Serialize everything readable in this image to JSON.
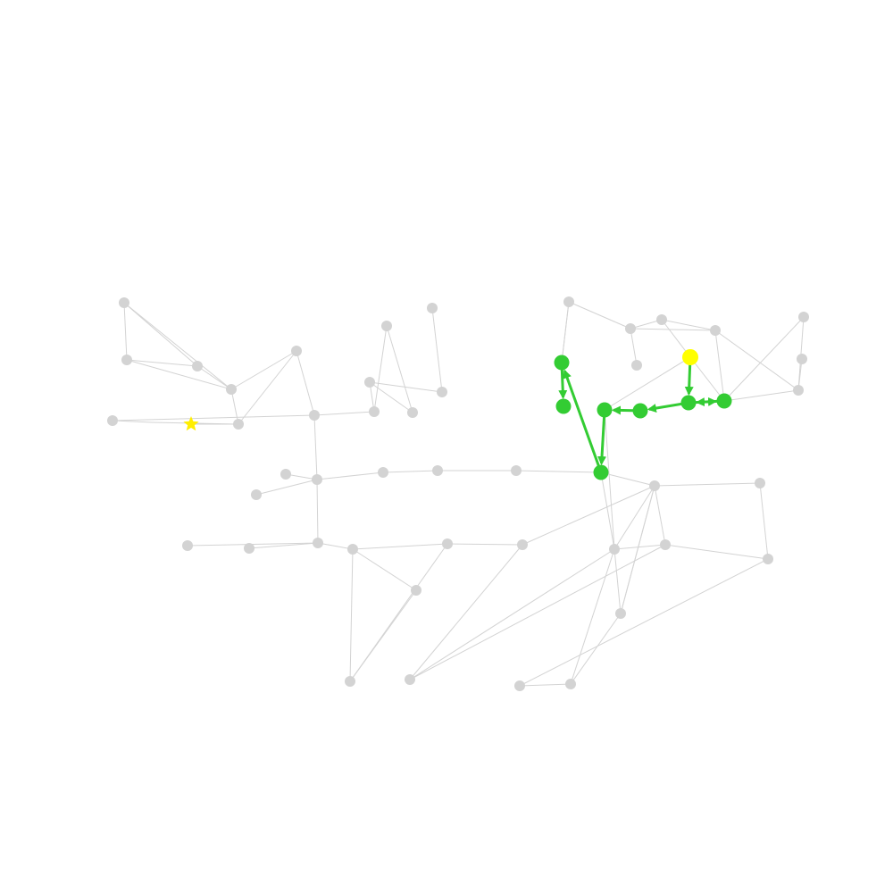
{
  "colors": {
    "background": "#ffffff",
    "edge": "#d3d3d3",
    "node": "#d3d3d3",
    "path": "#33cc33",
    "start": "#ffff00",
    "goal": "#ffee00"
  },
  "graph": {
    "nodes": [
      {
        "id": "n1"
      },
      {
        "id": "n2"
      },
      {
        "id": "n3"
      },
      {
        "id": "n4"
      },
      {
        "id": "n5"
      },
      {
        "id": "n6"
      },
      {
        "id": "n7"
      },
      {
        "id": "n8"
      },
      {
        "id": "n9"
      },
      {
        "id": "n10"
      },
      {
        "id": "n11"
      },
      {
        "id": "n12"
      },
      {
        "id": "n13"
      },
      {
        "id": "n14"
      },
      {
        "id": "n15"
      },
      {
        "id": "n16"
      },
      {
        "id": "n17"
      },
      {
        "id": "n18"
      },
      {
        "id": "n19"
      },
      {
        "id": "n20"
      },
      {
        "id": "n21"
      },
      {
        "id": "n22"
      },
      {
        "id": "n23"
      },
      {
        "id": "n24"
      },
      {
        "id": "n25"
      },
      {
        "id": "n26"
      },
      {
        "id": "n27"
      },
      {
        "id": "n28"
      },
      {
        "id": "n29"
      },
      {
        "id": "n30"
      },
      {
        "id": "n31"
      },
      {
        "id": "n32"
      },
      {
        "id": "n33"
      },
      {
        "id": "n34"
      },
      {
        "id": "n35"
      },
      {
        "id": "n36"
      },
      {
        "id": "n37"
      },
      {
        "id": "n38"
      },
      {
        "id": "n39"
      },
      {
        "id": "n40"
      },
      {
        "id": "n41"
      },
      {
        "id": "n42"
      },
      {
        "id": "n43"
      },
      {
        "id": "n44"
      },
      {
        "id": "n45"
      },
      {
        "id": "n46"
      },
      {
        "id": "n47"
      },
      {
        "id": "n48"
      },
      {
        "id": "n49"
      },
      {
        "id": "n50"
      },
      {
        "id": "n51"
      },
      {
        "id": "n52"
      },
      {
        "id": "n53"
      },
      {
        "id": "n54"
      },
      {
        "id": "n55"
      }
    ],
    "edges": [
      [
        "n1",
        "n2"
      ],
      [
        "n1",
        "n3"
      ],
      [
        "n2",
        "n3"
      ],
      [
        "n2",
        "n6"
      ],
      [
        "n3",
        "n6"
      ],
      [
        "n1",
        "n6"
      ],
      [
        "n6",
        "n7"
      ],
      [
        "n6",
        "n8"
      ],
      [
        "n5",
        "n7"
      ],
      [
        "n7",
        "n8"
      ],
      [
        "n8",
        "n9"
      ],
      [
        "n7",
        "n10"
      ],
      [
        "n10",
        "n4"
      ],
      [
        "n4",
        "n9"
      ],
      [
        "n9",
        "n11"
      ],
      [
        "n11",
        "n12"
      ],
      [
        "n13",
        "n11"
      ],
      [
        "n13",
        "n14"
      ],
      [
        "n14",
        "n12"
      ],
      [
        "n12",
        "n15"
      ],
      [
        "n15",
        "n16"
      ],
      [
        "n9",
        "n18"
      ],
      [
        "n17",
        "n18"
      ],
      [
        "n19",
        "n18"
      ],
      [
        "n18",
        "n20"
      ],
      [
        "n20",
        "n21"
      ],
      [
        "n21",
        "n22"
      ],
      [
        "n22",
        "n23"
      ],
      [
        "n23",
        "n25"
      ],
      [
        "n25",
        "n26"
      ],
      [
        "n25",
        "n31"
      ],
      [
        "n25",
        "n29"
      ],
      [
        "n26",
        "n29"
      ],
      [
        "n26",
        "n31"
      ],
      [
        "n26",
        "n32"
      ],
      [
        "n31",
        "n32"
      ],
      [
        "n29",
        "n33"
      ],
      [
        "n32",
        "n34"
      ],
      [
        "n33",
        "n34"
      ],
      [
        "n18",
        "n35"
      ],
      [
        "n35",
        "n36"
      ],
      [
        "n37",
        "n35"
      ],
      [
        "n35",
        "n38"
      ],
      [
        "n38",
        "n39"
      ],
      [
        "n38",
        "n40"
      ],
      [
        "n39",
        "n41"
      ],
      [
        "n40",
        "n41"
      ],
      [
        "n38",
        "n41"
      ],
      [
        "n40",
        "n42"
      ],
      [
        "n42",
        "n43"
      ],
      [
        "n43",
        "n29"
      ],
      [
        "n26",
        "n43"
      ],
      [
        "n44",
        "n45"
      ],
      [
        "n44",
        "n24"
      ],
      [
        "n45",
        "n46"
      ],
      [
        "n46",
        "n47"
      ],
      [
        "n47",
        "n28"
      ],
      [
        "n47",
        "n48"
      ],
      [
        "n24",
        "n27"
      ],
      [
        "n48",
        "n49"
      ],
      [
        "n48",
        "n50"
      ],
      [
        "n28",
        "n30"
      ],
      [
        "n28",
        "n26"
      ]
    ],
    "path": [
      "n47",
      "n28",
      "n30",
      "n51",
      "n25",
      "n24",
      "n27"
    ],
    "start": "n47",
    "goal": "n5"
  }
}
